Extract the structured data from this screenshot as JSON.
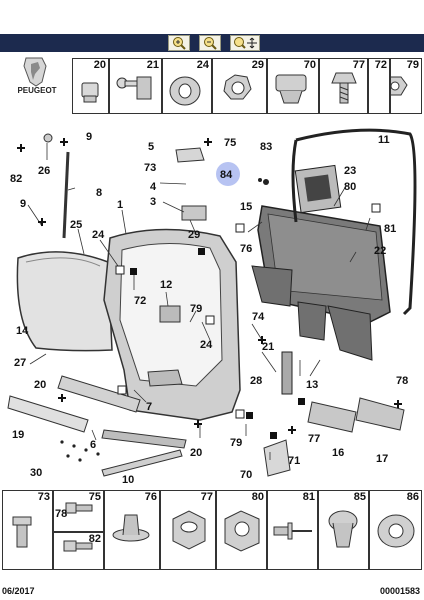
{
  "toolbar": {
    "buttons": [
      {
        "icon": "zoom-in-icon"
      },
      {
        "icon": "zoom-out-icon"
      },
      {
        "icon": "zoom-pan-icon"
      }
    ]
  },
  "brand": {
    "name": "PEUGEOT"
  },
  "top_strip": [
    "20",
    "21",
    "24",
    "29",
    "70",
    "77",
    "72",
    "79"
  ],
  "bottom_strip": [
    "73",
    "75",
    "78",
    "82",
    "76",
    "77",
    "80",
    "81",
    "85",
    "86"
  ],
  "callouts": {
    "c1": "1",
    "c3": "3",
    "c4": "4",
    "c5": "5",
    "c6": "6",
    "c7": "7",
    "c8": "8",
    "c9a": "9",
    "c9b": "9",
    "c10": "10",
    "c11": "11",
    "c12": "12",
    "c13": "13",
    "c14": "14",
    "c15": "15",
    "c16": "16",
    "c17": "17",
    "c19": "19",
    "c20a": "20",
    "c20b": "20",
    "c21": "21",
    "c22": "22",
    "c23": "23",
    "c24a": "24",
    "c24b": "24",
    "c25": "25",
    "c26": "26",
    "c27": "27",
    "c28": "28",
    "c29": "29",
    "c30": "30",
    "c70": "70",
    "c71": "71",
    "c72": "72",
    "c73": "73",
    "c74": "74",
    "c75": "75",
    "c76": "76",
    "c77": "77",
    "c78": "78",
    "c79a": "79",
    "c79b": "79",
    "c80": "80",
    "c81": "81",
    "c82": "82",
    "c83": "83",
    "c84": "84"
  },
  "footer": {
    "date": "06/2017",
    "reference": "00001583"
  },
  "colors": {
    "toolbar": "#1c2a4e",
    "highlight": "#b7c3f2",
    "part_fill": "#d9d9d9"
  }
}
